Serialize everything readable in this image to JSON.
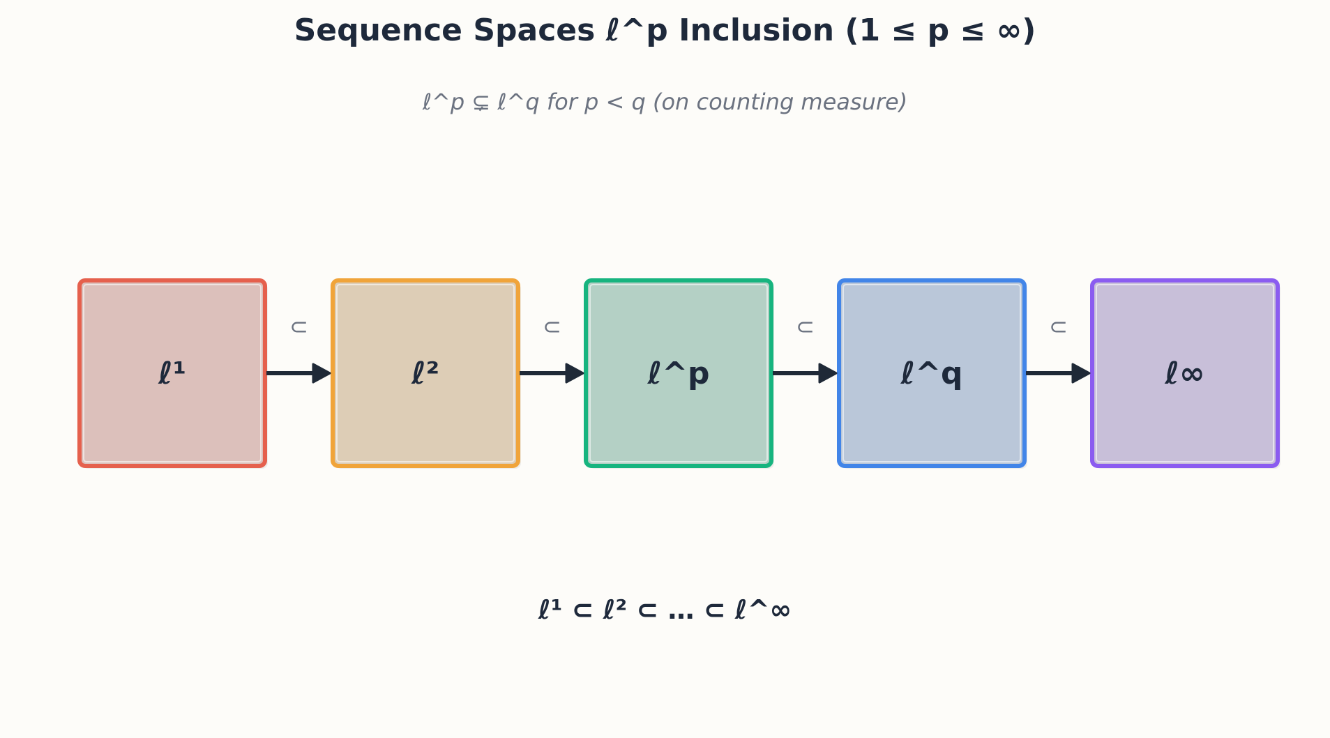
{
  "title": "Sequence Spaces ℓ^p Inclusion (1 ≤ p ≤ ∞)",
  "subtitle": "ℓ^p ⊊ ℓ^q for p < q (on counting measure)",
  "footer": "ℓ¹ ⊂ ℓ² ⊂ … ⊂ ℓ^∞",
  "relation_symbol": "⊂",
  "nodes": [
    {
      "label": "ℓ¹",
      "stroke": "#e5604d",
      "fill": "#dcc0bb"
    },
    {
      "label": "ℓ²",
      "stroke": "#f0a43a",
      "fill": "#ddcdb6"
    },
    {
      "label": "ℓ^p",
      "stroke": "#17b47f",
      "fill": "#b4d0c5"
    },
    {
      "label": "ℓ^q",
      "stroke": "#4285e8",
      "fill": "#bac7d9"
    },
    {
      "label": "ℓ∞",
      "stroke": "#8b5cf0",
      "fill": "#c8bfd9"
    }
  ],
  "arrow_color": "#1f2937"
}
